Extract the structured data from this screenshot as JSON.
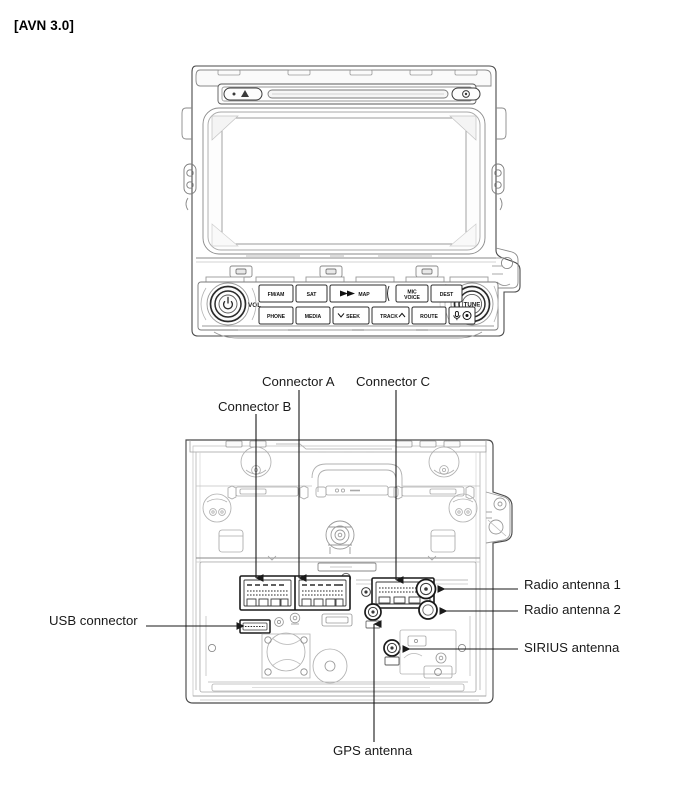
{
  "document": {
    "heading": "[AVN 3.0]"
  },
  "front_unit": {
    "name": "AVN 3.0 head unit front view",
    "disc_slot": {
      "label": "",
      "eject_icon": "eject-triangle-icon",
      "power_icon": "disc-indicator-icon"
    },
    "knobs": [
      {
        "id": "volume",
        "center_icon": "power-icon",
        "label": "VOL"
      },
      {
        "id": "tune",
        "center_icon": "",
        "label": "TUNE"
      }
    ],
    "buttons_row_1": [
      {
        "label": "FM/AM"
      },
      {
        "label": "SAT"
      },
      {
        "label": "MAP"
      },
      {
        "label": "MIC/VOICE"
      },
      {
        "label": "DEST"
      }
    ],
    "buttons_row_2": [
      {
        "label": "PHONE"
      },
      {
        "label": "MEDIA"
      },
      {
        "label": "SEEK"
      },
      {
        "label": "TRACK"
      },
      {
        "label": "ROUTE"
      },
      {
        "label": ""
      }
    ]
  },
  "rear_unit": {
    "name": "AVN 3.0 head unit rear view",
    "callouts": [
      {
        "id": "connector-a",
        "label": "Connector A"
      },
      {
        "id": "connector-b",
        "label": "Connector B"
      },
      {
        "id": "connector-c",
        "label": "Connector C"
      },
      {
        "id": "radio-antenna-1",
        "label": "Radio antenna 1"
      },
      {
        "id": "radio-antenna-2",
        "label": "Radio antenna 2"
      },
      {
        "id": "sirius-antenna",
        "label": "SIRIUS antenna"
      },
      {
        "id": "usb-connector",
        "label": "USB connector"
      },
      {
        "id": "gps-antenna",
        "label": "GPS antenna"
      }
    ]
  },
  "colors": {
    "line_dark": "#1a1a1a",
    "line_mid": "#6f6f6f",
    "line_light": "#b9b9b9",
    "fill_light": "#f2f2f2",
    "fill_white": "#ffffff",
    "background": "#ffffff"
  }
}
